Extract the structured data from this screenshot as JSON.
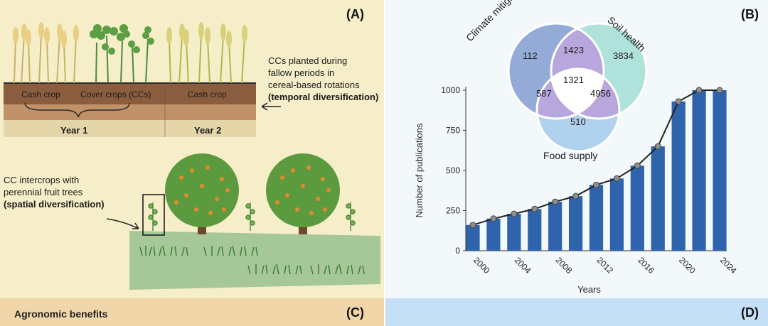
{
  "panel_a": {
    "letter": "(A)",
    "labels": {
      "cash_crop_1": "Cash crop",
      "cover_crops": "Cover crops (CCs)",
      "cash_crop_2": "Cash crop",
      "year1": "Year 1",
      "year2": "Year 2"
    },
    "note_lines": [
      "CCs planted during",
      "fallow periods in",
      "cereal-based rotations"
    ],
    "note_bold": "(temporal diversification)"
  },
  "panel_c": {
    "letter": "(C)",
    "note_lines": [
      "CC intercrops with",
      "perennial fruit trees"
    ],
    "note_bold": "(spatial diversification)",
    "strip_label": "Agronomic benefits"
  },
  "panel_b": {
    "letter": "(B)",
    "venn": {
      "sets": [
        "Climate mitigation",
        "Soil health",
        "Food supply"
      ],
      "regions": {
        "climate_only": "112",
        "soil_only": "3834",
        "food_only": "510",
        "climate_soil": "1423",
        "climate_food": "587",
        "soil_food": "4956",
        "all": "1321"
      },
      "colors": {
        "climate": "#8ea6d6",
        "soil": "#a6dfd6",
        "food": "#a9cdec",
        "overlap": "#b8a7dc"
      }
    }
  },
  "panel_d": {
    "letter": "(D)"
  },
  "chart_data": {
    "type": "bar",
    "overlay": "line",
    "xlabel": "Years",
    "ylabel": "Number of publications",
    "ylim": [
      0,
      1000
    ],
    "yticks": [
      "0",
      "250",
      "500",
      "750",
      "1000"
    ],
    "xtick_labels": [
      "2000",
      "2004",
      "2008",
      "2012",
      "2016",
      "2020",
      "2024"
    ],
    "x": [
      2000,
      2001,
      2002,
      2003,
      2004,
      2005,
      2006,
      2007,
      2008,
      2009,
      2010,
      2011,
      2012,
      2013,
      2014,
      2015,
      2016,
      2017,
      2018,
      2019,
      2020,
      2021,
      2022,
      2023,
      2024
    ],
    "bars_years": [
      2000,
      2002,
      2004,
      2006,
      2008,
      2010,
      2012,
      2014,
      2016,
      2018,
      2020,
      2022,
      2024
    ],
    "values": [
      160,
      200,
      230,
      260,
      305,
      340,
      410,
      450,
      530,
      650,
      930,
      1000,
      1000
    ],
    "line_values": [
      160,
      200,
      230,
      260,
      305,
      340,
      410,
      450,
      530,
      650,
      930,
      1000,
      1000
    ],
    "bar_color": "#2f64ad",
    "line_color": "#222222",
    "marker_color": "#8e8e8e"
  }
}
